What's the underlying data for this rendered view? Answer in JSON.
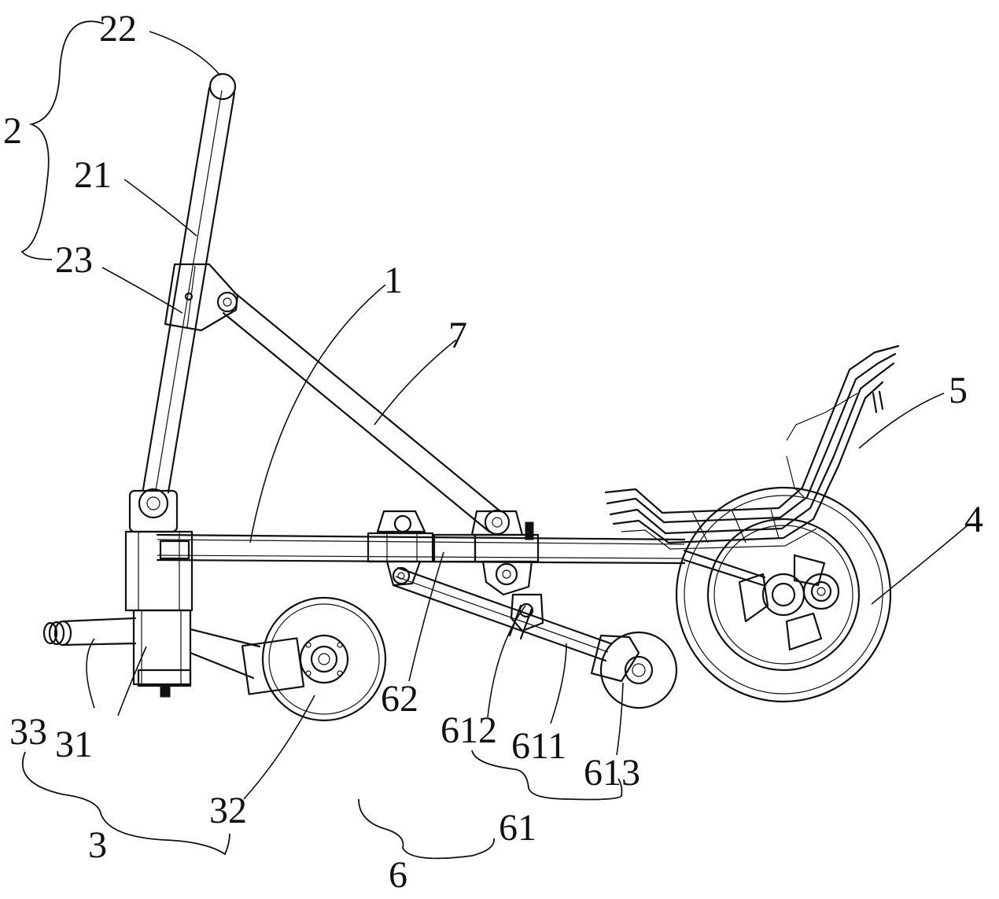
{
  "labels": {
    "l1": "1",
    "l2": "2",
    "l3": "3",
    "l4": "4",
    "l5": "5",
    "l6": "6",
    "l7": "7",
    "l21": "21",
    "l22": "22",
    "l23": "23",
    "l31": "31",
    "l32": "32",
    "l33": "33",
    "l61": "61",
    "l62": "62",
    "l611": "611",
    "l612": "612",
    "l613": "613"
  }
}
